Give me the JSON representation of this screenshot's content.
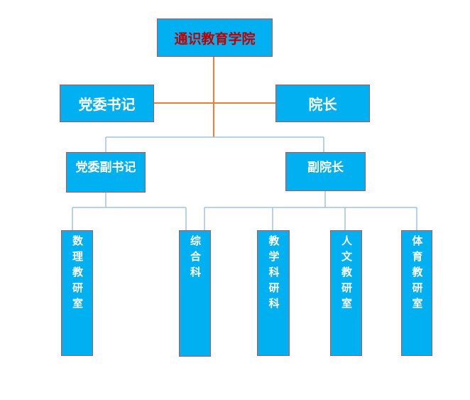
{
  "org_chart": {
    "root": {
      "label": "通识教育学院"
    },
    "level1": {
      "left": {
        "label": "党委书记"
      },
      "right": {
        "label": "院长"
      }
    },
    "level2": {
      "left": {
        "label": "党委副书记"
      },
      "right": {
        "label": "副院长"
      }
    },
    "units": [
      {
        "label": "数理教研室"
      },
      {
        "label": "综合科"
      },
      {
        "label": "教学科研科"
      },
      {
        "label": "人文教研室"
      },
      {
        "label": "体育教研室"
      }
    ]
  },
  "colors": {
    "box_fill": "#00b0f0",
    "box_border": "#c0504d",
    "root_text": "#c00000",
    "text": "#ffffff",
    "line_orange": "#ed7d31",
    "line_blue": "#9dc3e6"
  }
}
